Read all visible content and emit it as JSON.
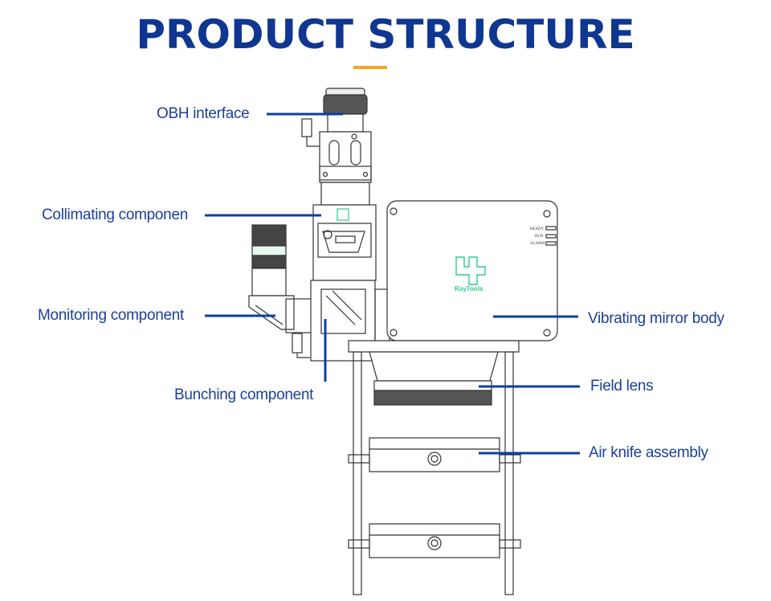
{
  "header": {
    "title": "PRODUCT STRUCTURE"
  },
  "colors": {
    "title": "#0f3690",
    "accent": "#f5a623",
    "label": "#1c3f98",
    "leader_line": "#0b3fa3",
    "logo": "#2ecc8a"
  },
  "device": {
    "logo_text": "RayTools",
    "indicators": [
      "READY",
      "RUN",
      "ALARM"
    ]
  },
  "labels": {
    "obh": "OBH interface",
    "collimating": "Collimating componen",
    "monitoring": "Monitoring component",
    "bunching": "Bunching component",
    "vibrating": "Vibrating mirror body",
    "field_lens": "Field lens",
    "air_knife": "Air knife assembly"
  }
}
